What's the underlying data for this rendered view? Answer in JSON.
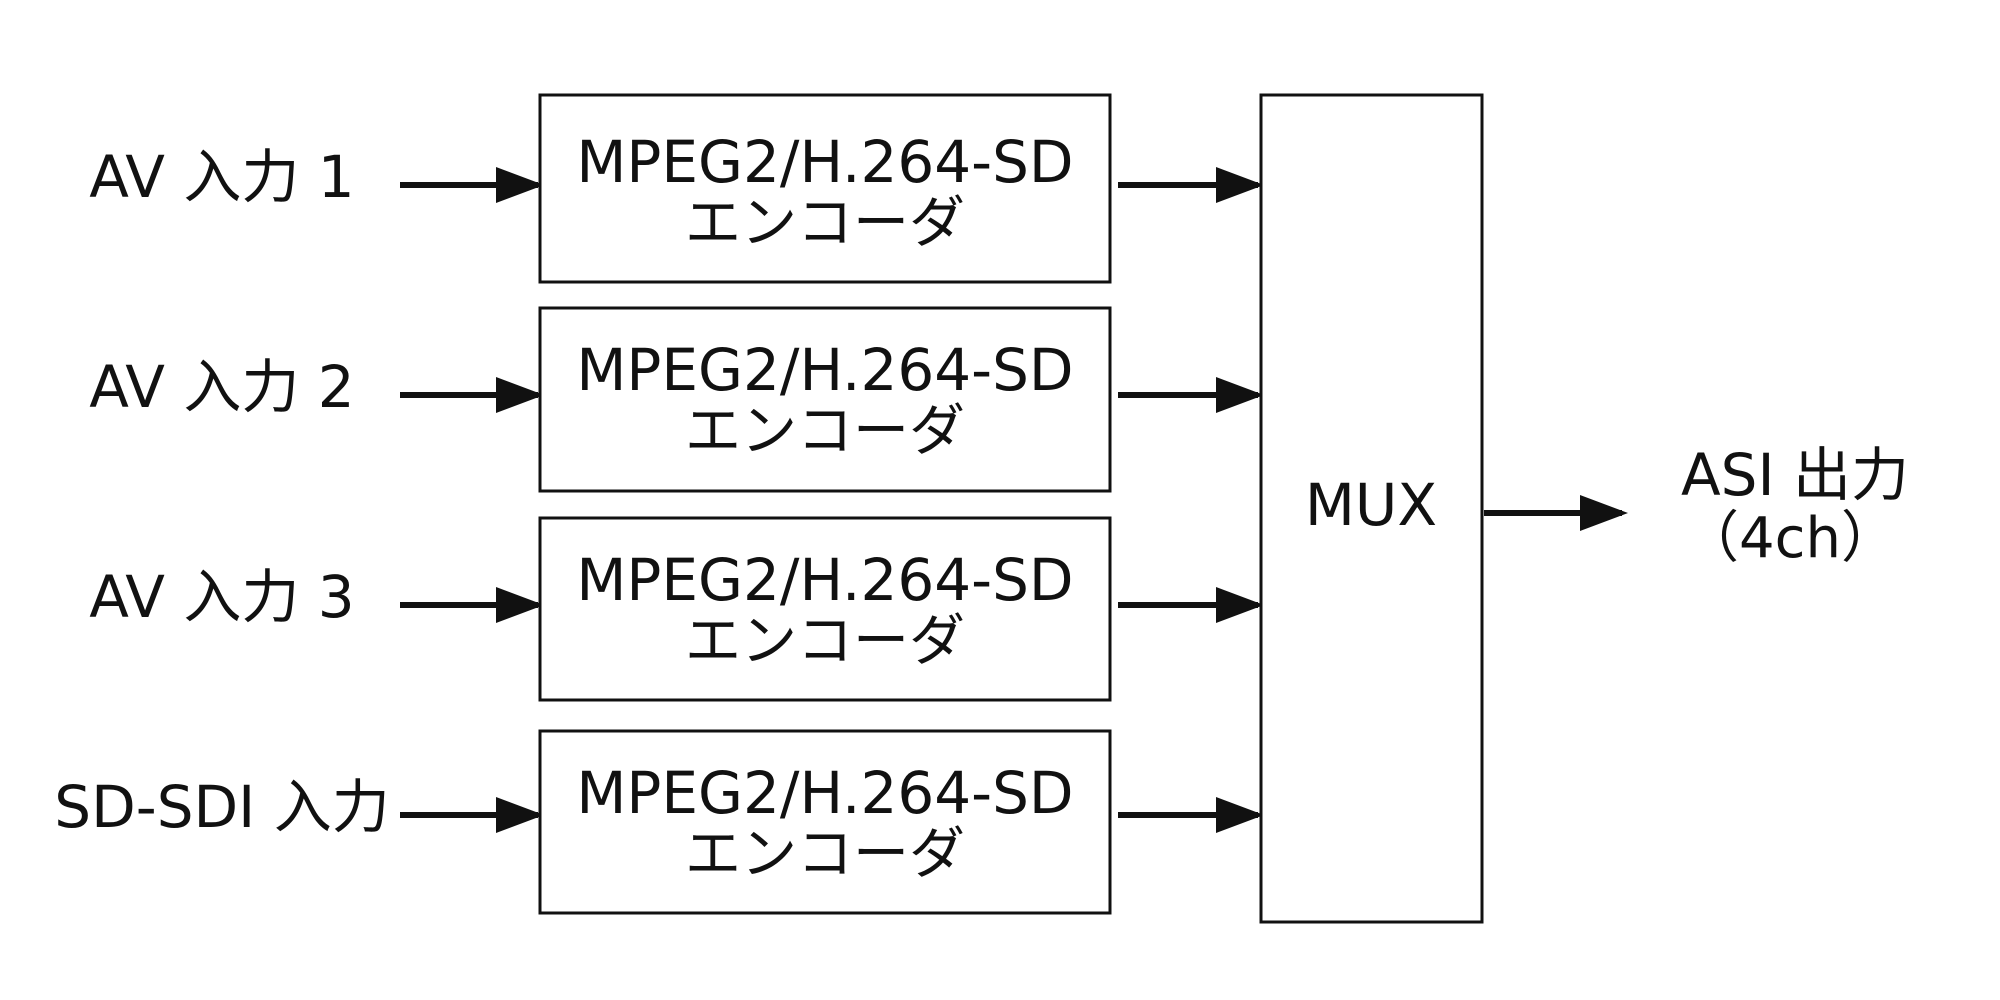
{
  "inputs": [
    {
      "label": "AV 入力 1"
    },
    {
      "label": "AV 入力 2"
    },
    {
      "label": "AV 入力 3"
    },
    {
      "label": "SD-SDI 入力"
    }
  ],
  "encoders": [
    {
      "line1": "MPEG2/H.264-SD",
      "line2": "エンコーダ"
    },
    {
      "line1": "MPEG2/H.264-SD",
      "line2": "エンコーダ"
    },
    {
      "line1": "MPEG2/H.264-SD",
      "line2": "エンコーダ"
    },
    {
      "line1": "MPEG2/H.264-SD",
      "line2": "エンコーダ"
    }
  ],
  "mux": {
    "label": "MUX"
  },
  "output": {
    "line1": "ASI 出力",
    "line2": "（4ch）"
  },
  "colors": {
    "stroke": "#111111",
    "background": "#ffffff"
  }
}
